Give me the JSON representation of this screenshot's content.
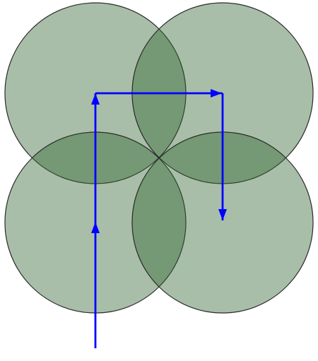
{
  "diagram": {
    "circle_count": 4,
    "circles": [
      {
        "name": "top-left"
      },
      {
        "name": "top-right"
      },
      {
        "name": "bottom-left"
      },
      {
        "name": "bottom-right"
      }
    ],
    "circle_fill": "#2f6430",
    "circle_stroke": "#2a2a2a",
    "path_color": "#0000ff",
    "path_description": "up, right, down"
  }
}
